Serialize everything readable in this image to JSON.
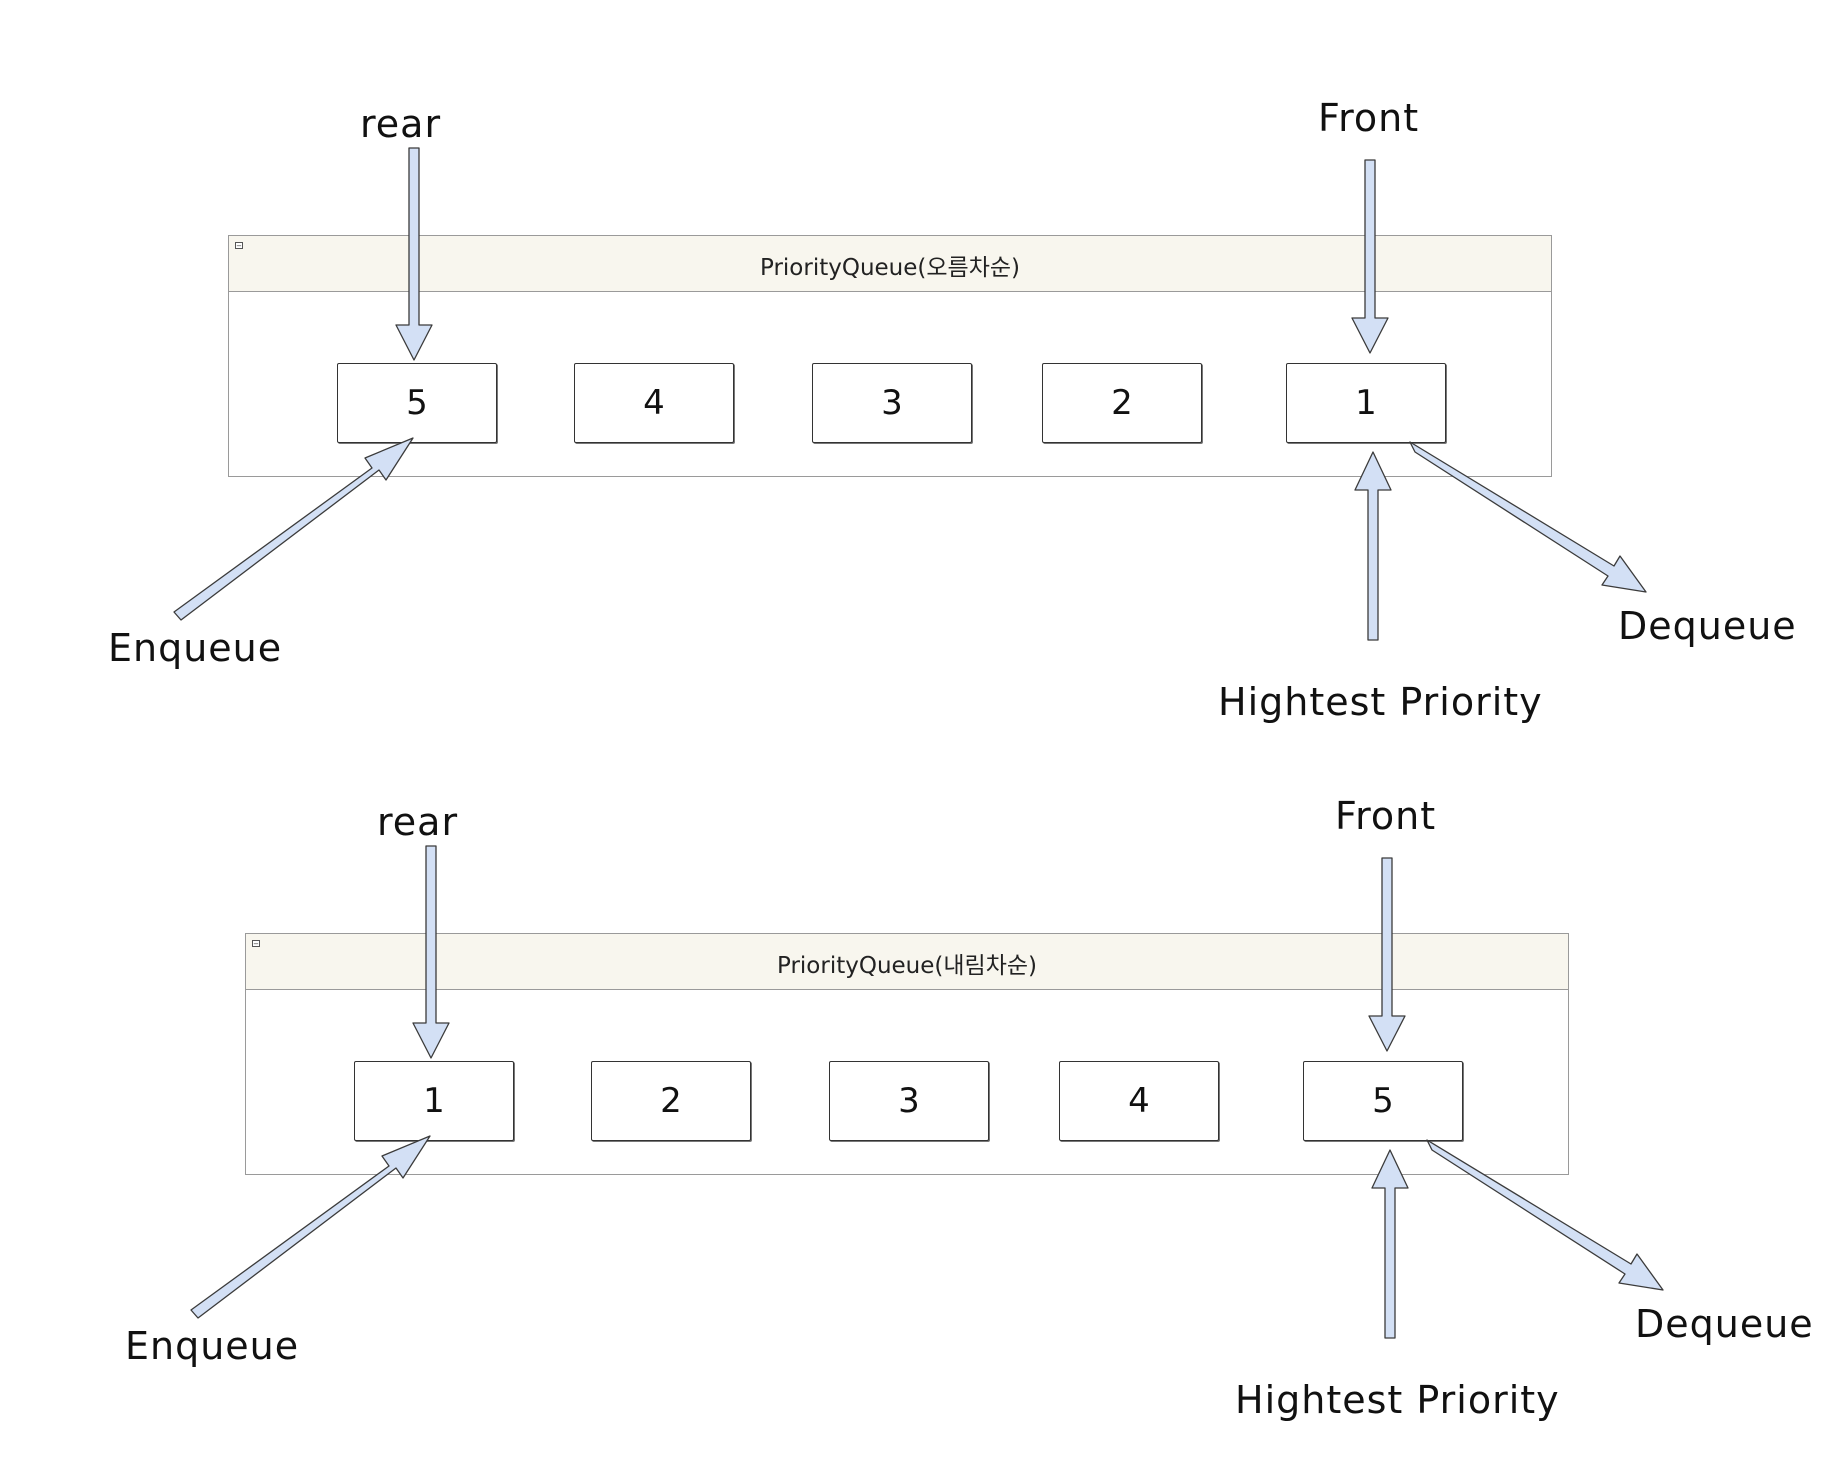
{
  "diagrams": [
    {
      "title": "PriorityQueue(오름차순)",
      "cells": [
        "5",
        "4",
        "3",
        "2",
        "1"
      ],
      "labels": {
        "rear": "rear",
        "front": "Front",
        "enqueue": "Enqueue",
        "dequeue": "Dequeue",
        "priority": "Hightest Priority"
      }
    },
    {
      "title": "PriorityQueue(내림차순)",
      "cells": [
        "1",
        "2",
        "3",
        "4",
        "5"
      ],
      "labels": {
        "rear": "rear",
        "front": "Front",
        "enqueue": "Enqueue",
        "dequeue": "Dequeue",
        "priority": "Hightest Priority"
      }
    }
  ],
  "colors": {
    "arrow_fill": "#d3e0f5",
    "arrow_stroke": "#3b3b3b",
    "header_fill": "#f8f6ee",
    "container_border": "#9a9a9a"
  },
  "icons": {
    "collapse": "collapse-icon"
  }
}
